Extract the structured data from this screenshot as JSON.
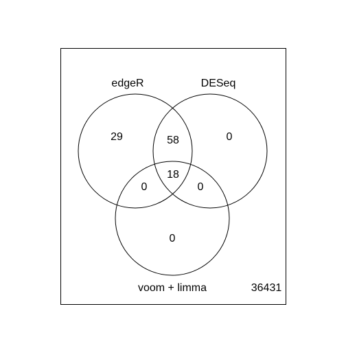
{
  "diagram": {
    "type": "venn-3",
    "sets": [
      {
        "label": "edgeR"
      },
      {
        "label": "DESeq"
      },
      {
        "label": "voom + limma"
      }
    ],
    "regions": {
      "edgeR_only": "29",
      "edgeR_DESeq": "58",
      "DESeq_only": "0",
      "all_three": "18",
      "edgeR_voom": "0",
      "DESeq_voom": "0",
      "voom_only": "0"
    },
    "outside": "36431"
  }
}
